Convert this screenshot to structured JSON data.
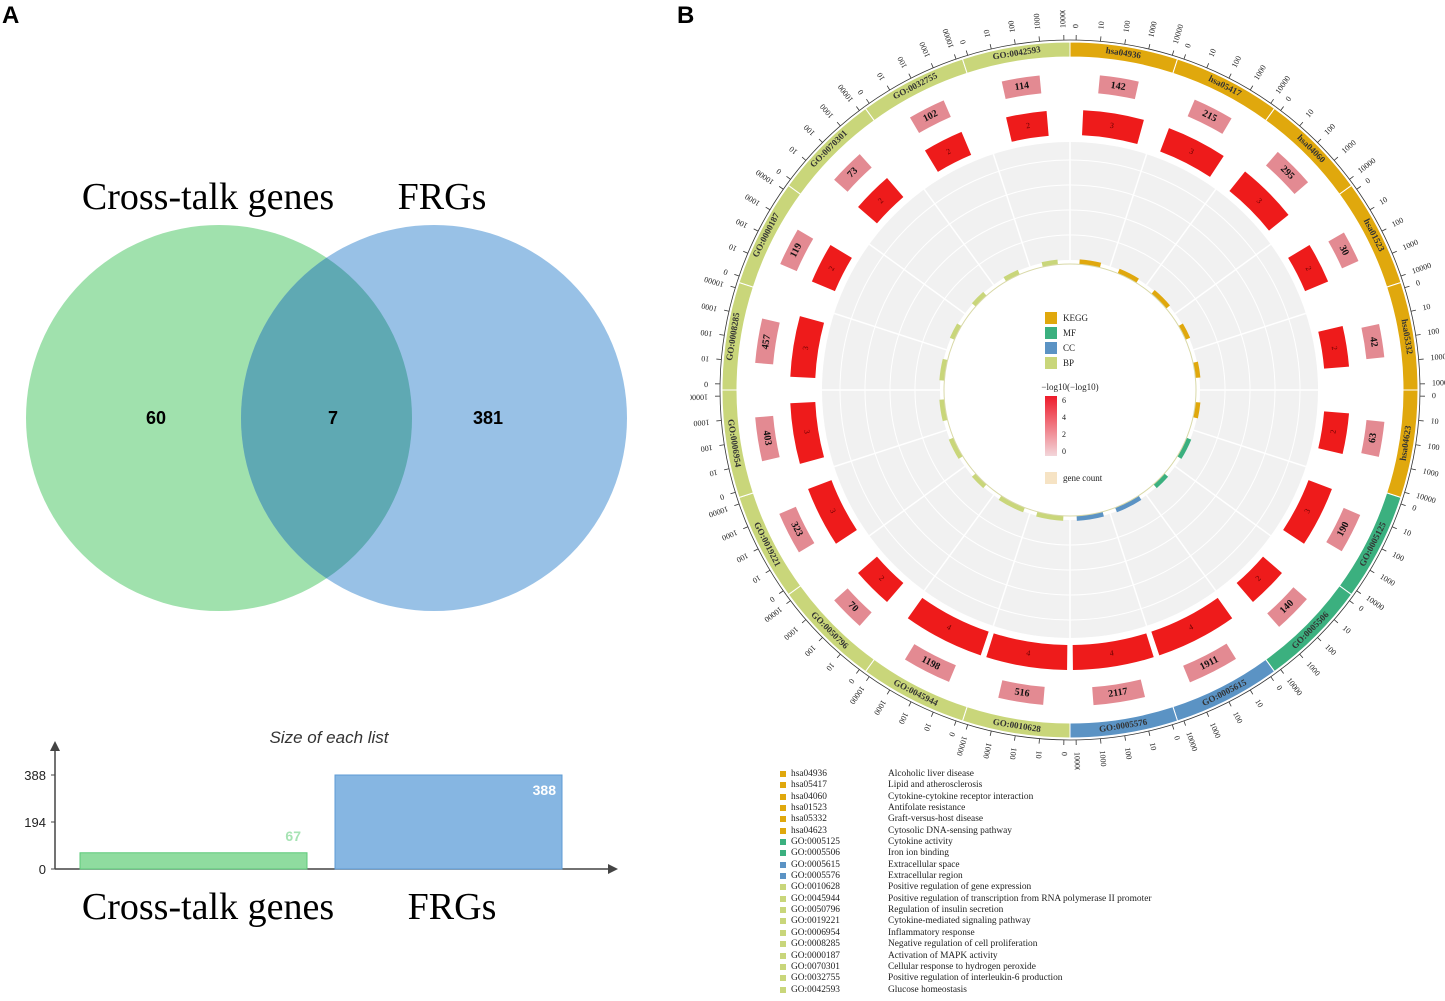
{
  "panels": {
    "a_label": "A",
    "b_label": "B"
  },
  "colors": {
    "kegg": "#e0a80d",
    "mf": "#3bb07f",
    "cc": "#5b93c4",
    "bp": "#c9d67a",
    "venn_green": "#8fdc9f",
    "venn_blue": "#86b6e2",
    "venn_overlap": "#5fa9b3",
    "bar_red": "#ee1b1b",
    "bar_pink": "#e38a92"
  },
  "venn": {
    "left_title": "Cross-talk genes",
    "right_title": "FRGs",
    "left_only": "60",
    "overlap": "7",
    "right_only": "381"
  },
  "chart_data": [
    {
      "type": "bar",
      "title": "Size of each list",
      "categories": [
        "Cross-talk genes",
        "FRGs"
      ],
      "values": [
        67,
        388
      ],
      "value_labels": [
        "67",
        "388"
      ],
      "yticks": [
        0,
        194,
        388
      ],
      "ylim": [
        0,
        388
      ],
      "colors": [
        "#8fdc9f",
        "#86b6e2"
      ]
    },
    {
      "type": "circos",
      "ring_ticks": [
        "0",
        "10",
        "100",
        "1000",
        "10000"
      ],
      "inner_legend": {
        "categories": [
          "KEGG",
          "MF",
          "CC",
          "BP"
        ],
        "gradient_title": "−log10(−log10)",
        "gradient_ticks": [
          "6",
          "4",
          "2",
          "0"
        ],
        "gene_count_label": "gene count"
      },
      "terms": [
        {
          "id": "hsa04936",
          "category": "KEGG",
          "description": "Alcoholic liver disease",
          "background_count": 142,
          "gene_count": 3
        },
        {
          "id": "hsa05417",
          "category": "KEGG",
          "description": "Lipid and atherosclerosis",
          "background_count": 215,
          "gene_count": 3
        },
        {
          "id": "hsa04060",
          "category": "KEGG",
          "description": "Cytokine-cytokine receptor interaction",
          "background_count": 295,
          "gene_count": 3
        },
        {
          "id": "hsa01523",
          "category": "KEGG",
          "description": "Antifolate resistance",
          "background_count": 30,
          "gene_count": 2
        },
        {
          "id": "hsa05332",
          "category": "KEGG",
          "description": "Graft-versus-host disease",
          "background_count": 42,
          "gene_count": 2
        },
        {
          "id": "hsa04623",
          "category": "KEGG",
          "description": "Cytosolic DNA-sensing pathway",
          "background_count": 63,
          "gene_count": 2
        },
        {
          "id": "GO:0005125",
          "category": "MF",
          "description": "Cytokine activity",
          "background_count": 190,
          "gene_count": 3
        },
        {
          "id": "GO:0005506",
          "category": "MF",
          "description": "Iron ion binding",
          "background_count": 140,
          "gene_count": 2
        },
        {
          "id": "GO:0005615",
          "category": "CC",
          "description": "Extracellular space",
          "background_count": 1911,
          "gene_count": 4
        },
        {
          "id": "GO:0005576",
          "category": "CC",
          "description": "Extracellular region",
          "background_count": 2117,
          "gene_count": 4
        },
        {
          "id": "GO:0010628",
          "category": "BP",
          "description": "Positive regulation of gene expression",
          "background_count": 516,
          "gene_count": 4
        },
        {
          "id": "GO:0045944",
          "category": "BP",
          "description": "Positive regulation of transcription from RNA polymerase II promoter",
          "background_count": 1198,
          "gene_count": 4
        },
        {
          "id": "GO:0050796",
          "category": "BP",
          "description": "Regulation of insulin secretion",
          "background_count": 70,
          "gene_count": 2
        },
        {
          "id": "GO:0019221",
          "category": "BP",
          "description": "Cytokine-mediated signaling pathway",
          "background_count": 323,
          "gene_count": 3
        },
        {
          "id": "GO:0006954",
          "category": "BP",
          "description": "Inflammatory response",
          "background_count": 403,
          "gene_count": 3
        },
        {
          "id": "GO:0008285",
          "category": "BP",
          "description": "Negative regulation of cell proliferation",
          "background_count": 457,
          "gene_count": 3
        },
        {
          "id": "GO:0000187",
          "category": "BP",
          "description": "Activation of MAPK activity",
          "background_count": 119,
          "gene_count": 2
        },
        {
          "id": "GO:0070301",
          "category": "BP",
          "description": "Cellular response to hydrogen peroxide",
          "background_count": 73,
          "gene_count": 2
        },
        {
          "id": "GO:0032755",
          "category": "BP",
          "description": "Positive regulation of interleukin-6 production",
          "background_count": 102,
          "gene_count": 2
        },
        {
          "id": "GO:0042593",
          "category": "BP",
          "description": "Glucose homeostasis",
          "background_count": 114,
          "gene_count": 2
        }
      ]
    }
  ]
}
